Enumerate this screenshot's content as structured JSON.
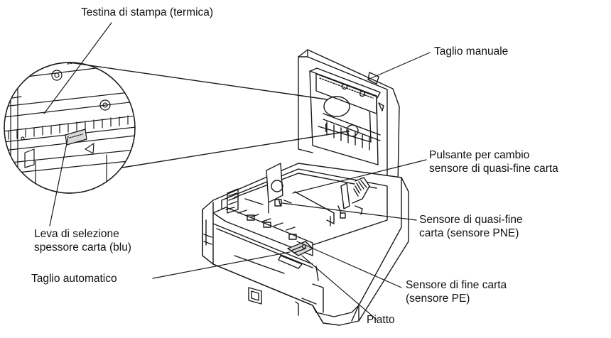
{
  "labels": {
    "print_head": "Testina di stampa (termica)",
    "manual_cutter": "Taglio manuale",
    "pne_button": [
      "Pulsante per cambio",
      "sensore di quasi-fine carta"
    ],
    "pne_sensor": [
      "Sensore di quasi-fine",
      "carta (sensore PNE)"
    ],
    "thickness_lever": [
      "Leva di selezione",
      "spessore carta (blu)"
    ],
    "auto_cutter": "Taglio automatico",
    "pe_sensor": [
      "Sensore di fine carta",
      "(sensore PE)"
    ],
    "platen": "Piatto"
  },
  "colors": {
    "line": "#1a1a1a",
    "shade": "#d9d9d9",
    "paper": "#ffffff"
  }
}
